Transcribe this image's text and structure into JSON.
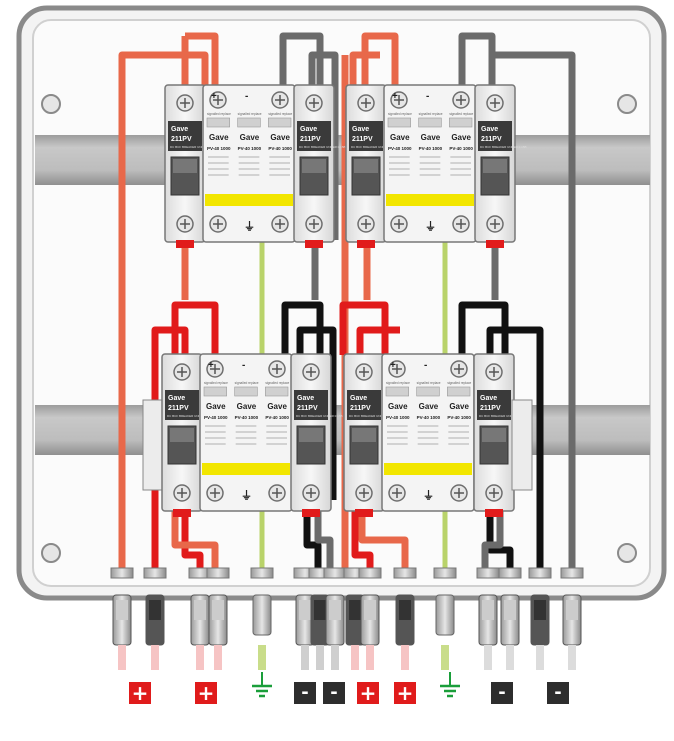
{
  "colors": {
    "enclosure_border": "#8a8a8a",
    "enclosure_fill": "#f2f2f2",
    "rail": "#b9b9b9",
    "positive_wire": "#e8684a",
    "positive_wire_dark": "#e11b1b",
    "negative_wire": "#6b6b6b",
    "negative_wire_dark": "#111111",
    "earth_wire": "#b9d36a",
    "device_body": "#f0f0f0",
    "yellow_strip": "#f2e600"
  },
  "breaker": {
    "brand": "Gave",
    "model": "211PV",
    "spec_line": "DC BCF BREAKER UNDER 0.15B"
  },
  "spd": {
    "brand": "Gave",
    "model": "PV-40 1000",
    "status_label": "signalled replace",
    "plus": "+",
    "minus": "-",
    "ground_mark": "⏚"
  },
  "bottom_symbols": [
    {
      "kind": "plus",
      "text": "+"
    },
    {
      "kind": "plus",
      "text": "+"
    },
    {
      "kind": "ground",
      "text": ""
    },
    {
      "kind": "minus",
      "text": "-"
    },
    {
      "kind": "minus",
      "text": "-"
    },
    {
      "kind": "plus",
      "text": "+"
    },
    {
      "kind": "plus",
      "text": "+"
    },
    {
      "kind": "ground",
      "text": ""
    },
    {
      "kind": "minus",
      "text": "-"
    },
    {
      "kind": "minus",
      "text": "-"
    }
  ]
}
